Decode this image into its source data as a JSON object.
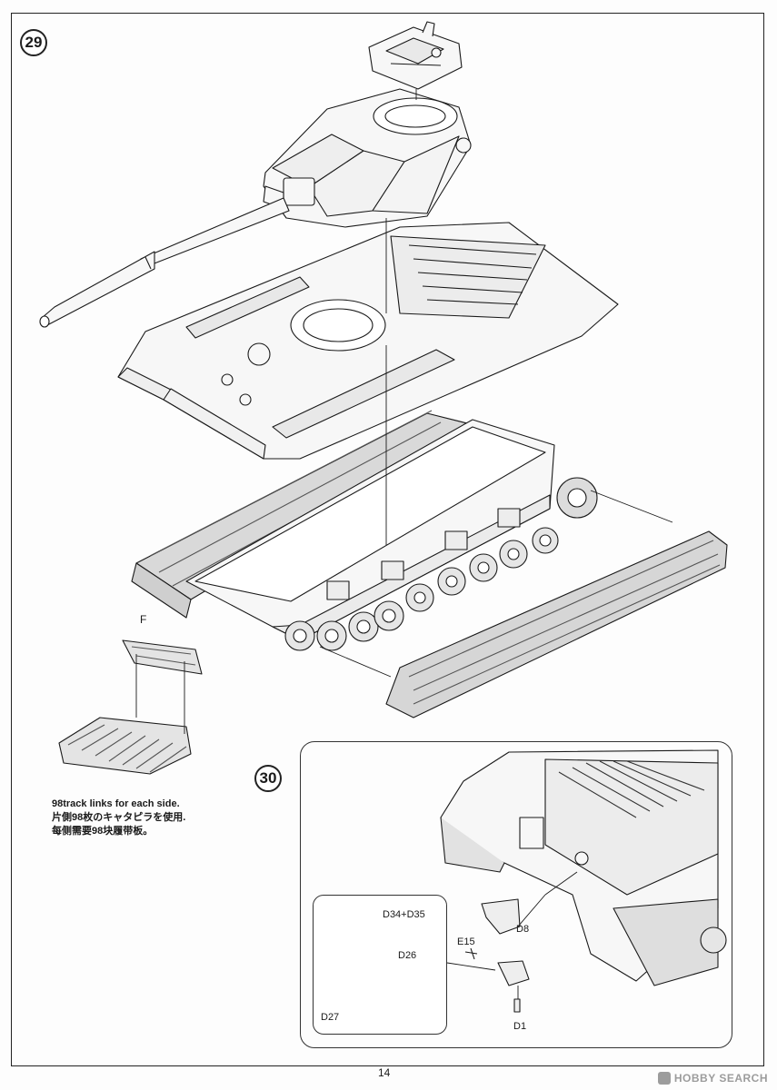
{
  "steps": {
    "step29": "29",
    "step30": "30"
  },
  "parts": {
    "f": "F",
    "d34_d35": "D34+D35",
    "d26": "D26",
    "d27": "D27",
    "e15": "E15",
    "d8": "D8",
    "d1": "D1"
  },
  "note": {
    "en": "98track links for each side.",
    "jp": "片側98枚のキャタピラを使用.",
    "cn": "每侧需要98块履带板。"
  },
  "footer": {
    "page_number": "14",
    "watermark": "HOBBY SEARCH"
  },
  "colors": {
    "line": "#1a1a1a",
    "paper": "#fdfdfd",
    "watermark": "#9c9c9c"
  }
}
